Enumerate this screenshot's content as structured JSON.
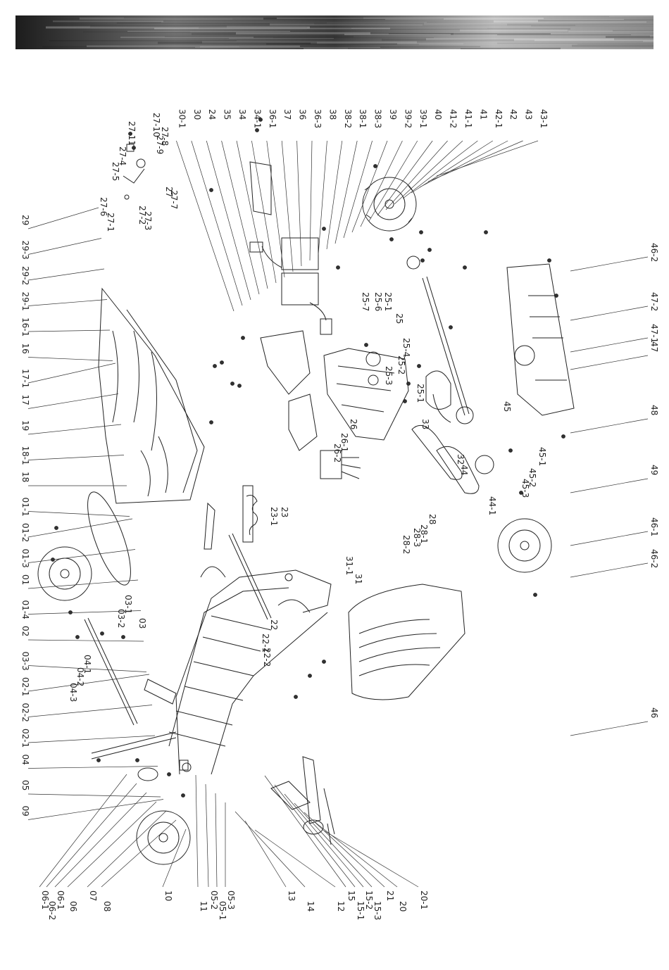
{
  "banner": {
    "colors": [
      "#1c1c1c",
      "#6f6f6f",
      "#b9b9b9"
    ]
  },
  "labels": {
    "top_right": [
      "43-1",
      "43",
      "42",
      "42-1",
      "41",
      "41-1",
      "41-2",
      "40",
      "39-1",
      "39-2",
      "39",
      "38-3",
      "38-1",
      "38-2",
      "38",
      "36-3",
      "36",
      "37",
      "36-1",
      "34-1",
      "34",
      "35",
      "24",
      "30",
      "30-1"
    ],
    "top_left_group": [
      "27-8",
      "27-9",
      "27-10",
      "27-11",
      "27-4",
      "27-5",
      "27-6",
      "27-1",
      "27",
      "27-2",
      "27-3",
      "27-7"
    ],
    "left_column": [
      "29",
      "29-3",
      "29-2",
      "29-1",
      "16-1",
      "16",
      "17-1",
      "17",
      "19",
      "18-1",
      "18",
      "01-1",
      "01-2",
      "01-3",
      "01",
      "01-4",
      "02",
      "03-3",
      "02-1",
      "02-2",
      "02-1",
      "04",
      "05",
      "09"
    ],
    "left_inner": [
      "03-1",
      "03-2",
      "03",
      "04-1",
      "04-2",
      "04-3"
    ],
    "bottom_row": [
      "06-1",
      "06-2",
      "06-1",
      "06",
      "07",
      "08",
      "10",
      "11",
      "05-2",
      "05-1",
      "05-3",
      "14",
      "13",
      "12",
      "15",
      "15-1",
      "15-2",
      "15-3",
      "21",
      "20",
      "20-1"
    ],
    "middle": [
      "25-7",
      "25-6",
      "25-1",
      "25",
      "25-4",
      "25-3",
      "25-2",
      "25-1",
      "33",
      "32",
      "26",
      "26-1",
      "26-2",
      "23",
      "23-1",
      "22",
      "22-1",
      "22-2",
      "31",
      "31-1",
      "28",
      "28-1",
      "28-3",
      "28-2",
      "44",
      "44-1",
      "45",
      "45-1",
      "45-2",
      "45-3"
    ],
    "right_column": [
      "46-2",
      "47-2",
      "47-1",
      "47",
      "48",
      "49",
      "46-1",
      "46-2",
      "46"
    ]
  }
}
